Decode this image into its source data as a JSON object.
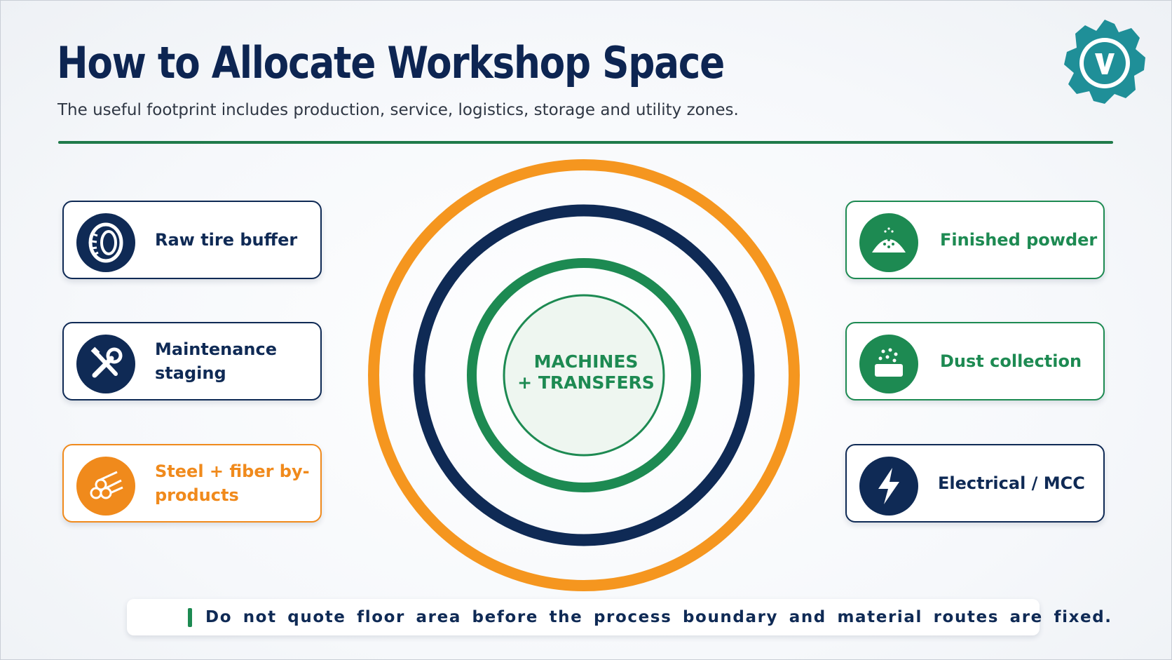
{
  "slide": {
    "title": "How to Allocate Workshop Space",
    "subtitle": "The useful footprint includes production, service, logistics, storage and utility zones."
  },
  "colors": {
    "navy": "#0f2a55",
    "green": "#1d8a52",
    "orange": "#f08a1c",
    "teal": "#1f8f98"
  },
  "logo": {
    "icon": "gear-logo-icon"
  },
  "diagram": {
    "center_label_line1": "MACHINES",
    "center_label_line2": "+ TRANSFERS",
    "rings": [
      {
        "name": "outer-ring",
        "color": "#f5961f"
      },
      {
        "name": "middle-ring",
        "color": "#0f2a55"
      },
      {
        "name": "inner-ring",
        "color": "#1d8a52"
      },
      {
        "name": "core-circle",
        "color": "#1d8a52"
      }
    ]
  },
  "left_zones": [
    {
      "label": "Raw tire buffer",
      "icon": "tire-icon",
      "color": "navy"
    },
    {
      "label": "Maintenance staging",
      "icon": "wrench-screwdriver-icon",
      "color": "navy"
    },
    {
      "label": "Steel + fiber by-products",
      "icon": "steel-bars-icon",
      "color": "orange"
    }
  ],
  "right_zones": [
    {
      "label": "Finished powder",
      "icon": "powder-pile-icon",
      "color": "green"
    },
    {
      "label": "Dust collection",
      "icon": "dust-filter-icon",
      "color": "green"
    },
    {
      "label": "Electrical / MCC",
      "icon": "lightning-bolt-icon",
      "color": "navy"
    }
  ],
  "note": {
    "text": "Do not quote floor area before the process boundary and material routes are fixed."
  }
}
